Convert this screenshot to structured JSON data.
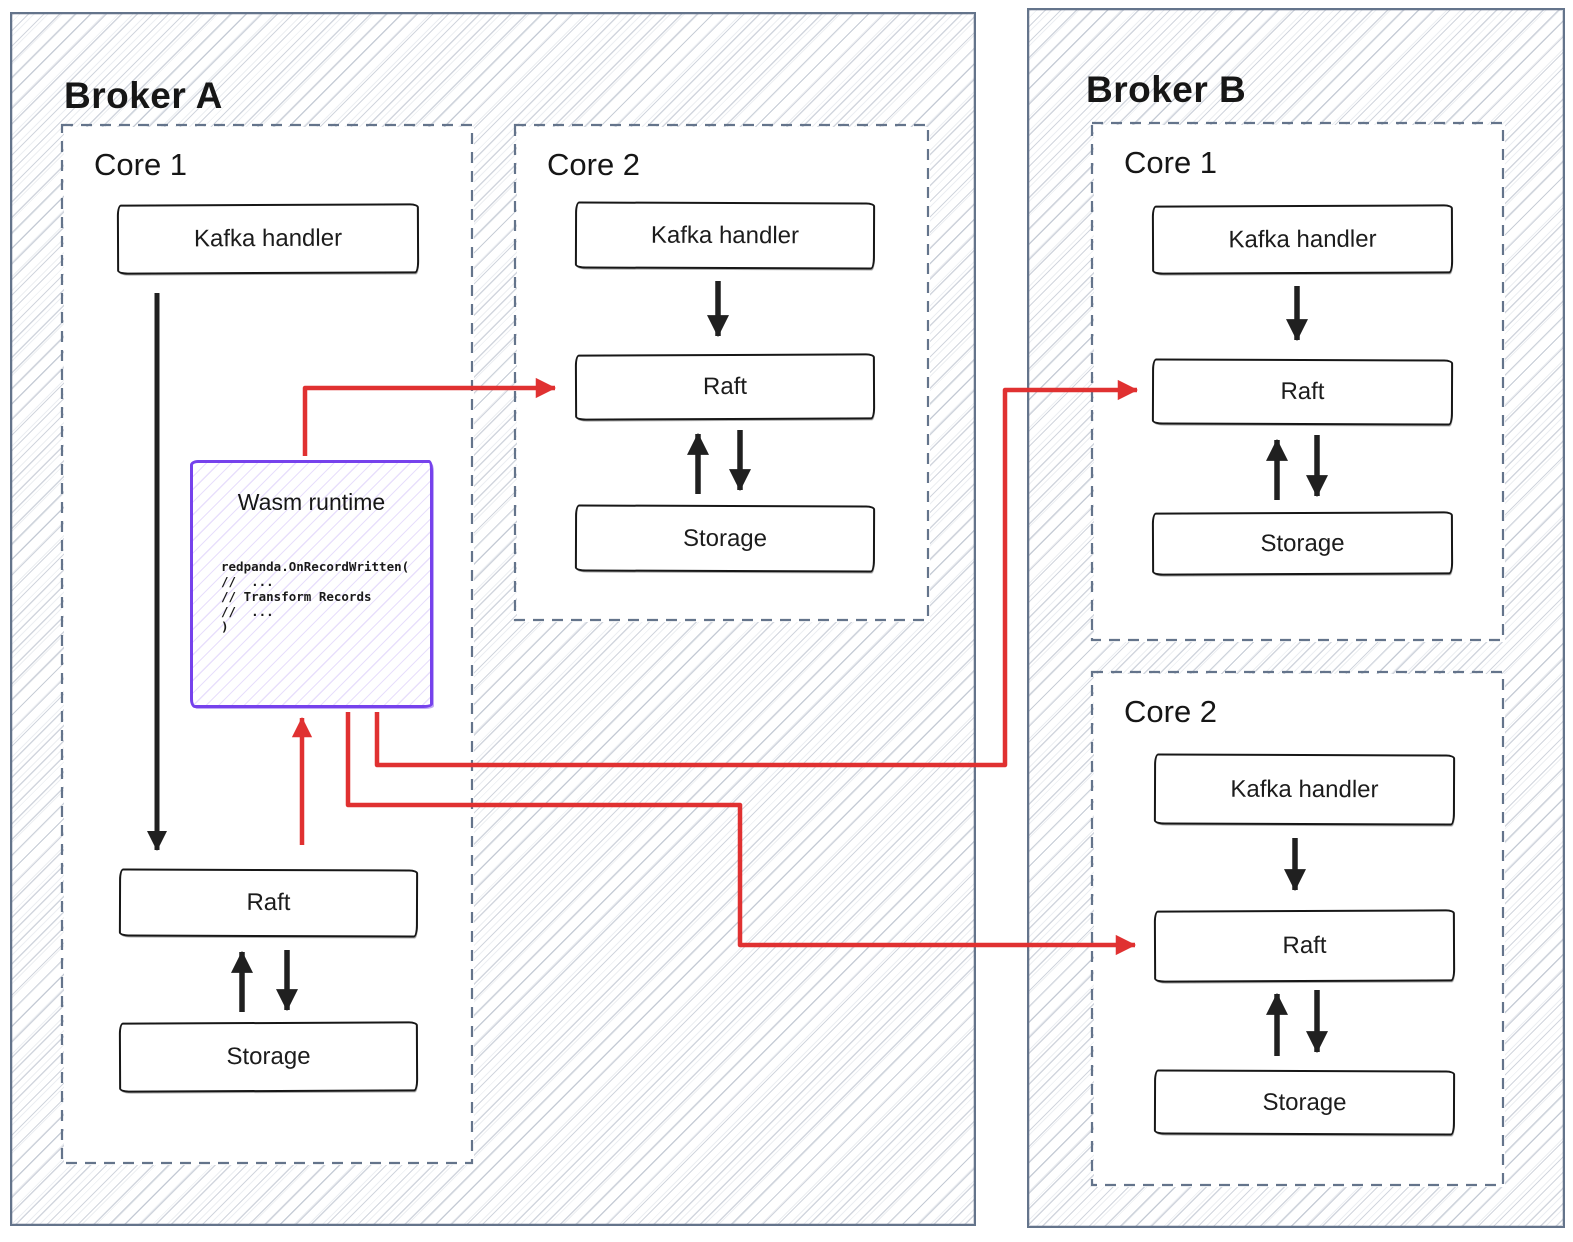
{
  "broker_a": {
    "title": "Broker A",
    "core1": {
      "label": "Core 1",
      "kafka_label": "Kafka handler",
      "raft_label": "Raft",
      "storage_label": "Storage",
      "wasm": {
        "title": "Wasm runtime",
        "code_line1": "redpanda.OnRecordWritten(",
        "code_line2": "//  ...",
        "code_line3": "// Transform Records",
        "code_line4": "//  ...",
        "code_line5": ")"
      }
    },
    "core2": {
      "label": "Core 2",
      "kafka_label": "Kafka handler",
      "raft_label": "Raft",
      "storage_label": "Storage"
    }
  },
  "broker_b": {
    "title": "Broker B",
    "core1": {
      "label": "Core 1",
      "kafka_label": "Kafka handler",
      "raft_label": "Raft",
      "storage_label": "Storage"
    },
    "core2": {
      "label": "Core 2",
      "kafka_label": "Kafka handler",
      "raft_label": "Raft",
      "storage_label": "Storage"
    }
  },
  "colors": {
    "arrow_red": "#e03131",
    "wasm_purple": "#7642ec",
    "frame_slate": "#64748b",
    "ink_black": "#202020"
  },
  "flows": [
    {
      "from": "broker-a core-1 kafka-handler",
      "to": "broker-a core-1 raft",
      "style": "black"
    },
    {
      "from": "broker-a core-1 raft",
      "to": "broker-a core-1 wasm-runtime",
      "style": "red"
    },
    {
      "from": "broker-a core-1 wasm-runtime",
      "to": "broker-a core-2 raft",
      "style": "red"
    },
    {
      "from": "broker-a core-1 wasm-runtime",
      "to": "broker-b core-1 raft",
      "style": "red"
    },
    {
      "from": "broker-a core-1 wasm-runtime",
      "to": "broker-b core-2 raft",
      "style": "red"
    },
    {
      "from": "broker-a core-1 raft",
      "to": "broker-a core-1 storage",
      "style": "black",
      "bidirectional": true
    },
    {
      "from": "broker-a core-2 kafka-handler",
      "to": "broker-a core-2 raft",
      "style": "black"
    },
    {
      "from": "broker-a core-2 raft",
      "to": "broker-a core-2 storage",
      "style": "black",
      "bidirectional": true
    },
    {
      "from": "broker-b core-1 kafka-handler",
      "to": "broker-b core-1 raft",
      "style": "black"
    },
    {
      "from": "broker-b core-1 raft",
      "to": "broker-b core-1 storage",
      "style": "black",
      "bidirectional": true
    },
    {
      "from": "broker-b core-2 kafka-handler",
      "to": "broker-b core-2 raft",
      "style": "black"
    },
    {
      "from": "broker-b core-2 raft",
      "to": "broker-b core-2 storage",
      "style": "black",
      "bidirectional": true
    }
  ]
}
